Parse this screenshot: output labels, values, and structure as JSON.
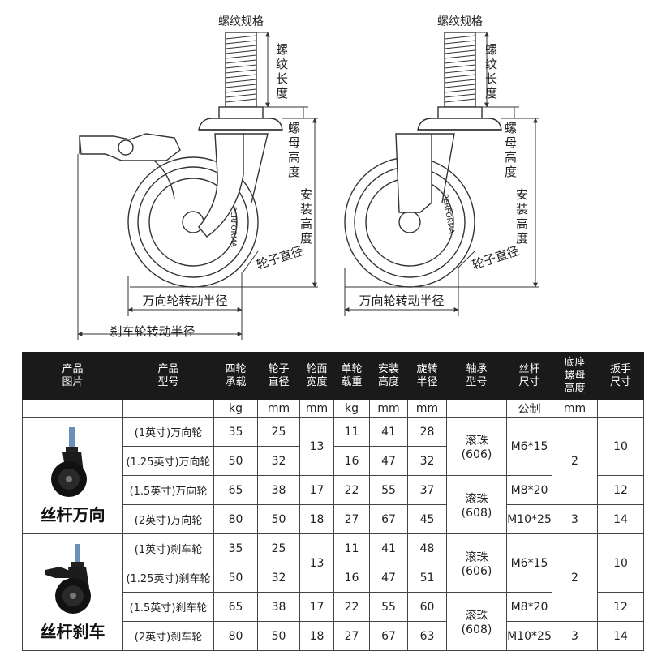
{
  "diagram": {
    "left": {
      "thread_spec": "螺纹规格",
      "thread_length": [
        "螺",
        "纹",
        "长",
        "度"
      ],
      "nut_height": [
        "螺",
        "母",
        "高",
        "度"
      ],
      "install_height": [
        "安",
        "装",
        "高",
        "度"
      ],
      "wheel_diameter": "轮子直径",
      "swivel_radius": "万向轮转动半径",
      "brake_radius": "刹车轮转动半径",
      "brand": "PERFORMA"
    },
    "right": {
      "thread_spec": "螺纹规格",
      "thread_length": [
        "螺",
        "纹",
        "长",
        "度"
      ],
      "nut_height": [
        "螺",
        "母",
        "高",
        "度"
      ],
      "install_height": [
        "安",
        "装",
        "高",
        "度"
      ],
      "wheel_diameter": "轮子直径",
      "swivel_radius": "万向轮转动半径",
      "brand": "PERFORMA"
    }
  },
  "table": {
    "headers": [
      [
        "产品",
        "图片"
      ],
      [
        "产品",
        "型号"
      ],
      [
        "四轮",
        "承载"
      ],
      [
        "轮子",
        "直径"
      ],
      [
        "轮面",
        "宽度"
      ],
      [
        "单轮",
        "载重"
      ],
      [
        "安装",
        "高度"
      ],
      [
        "旋转",
        "半径"
      ],
      [
        "轴承",
        "型号"
      ],
      [
        "丝杆",
        "尺寸"
      ],
      [
        "底座",
        "螺母",
        "高度"
      ],
      [
        "扳手",
        "尺寸"
      ]
    ],
    "units": [
      "",
      "",
      "kg",
      "mm",
      "mm",
      "kg",
      "mm",
      "mm",
      "",
      "公制",
      "mm",
      ""
    ],
    "groups": [
      {
        "label": "丝杆万向",
        "rows": [
          {
            "model": "(1英寸)万向轮",
            "load": "35",
            "dia": "25",
            "single": "11",
            "height": "41",
            "radius": "28"
          },
          {
            "model": "(1.25英寸)万向轮",
            "load": "50",
            "dia": "32",
            "single": "16",
            "height": "47",
            "radius": "32"
          },
          {
            "model": "(1.5英寸)万向轮",
            "load": "65",
            "dia": "38",
            "width": "17",
            "single": "22",
            "height": "55",
            "radius": "37"
          },
          {
            "model": "(2英寸)万向轮",
            "load": "80",
            "dia": "50",
            "width": "18",
            "single": "27",
            "height": "67",
            "radius": "45"
          }
        ],
        "width_merged": "13",
        "bearing_a": [
          "滚珠",
          "(606)"
        ],
        "bearing_b": [
          "滚珠",
          "(608)"
        ],
        "screw_a": "M6*15",
        "screw_b": "M8*20",
        "screw_c": "M10*25",
        "nut_a": "2",
        "nut_b": "3",
        "wrench_a": "10",
        "wrench_b": "12",
        "wrench_c": "14"
      },
      {
        "label": "丝杆刹车",
        "rows": [
          {
            "model": "(1英寸)刹车轮",
            "load": "35",
            "dia": "25",
            "single": "11",
            "height": "41",
            "radius": "48"
          },
          {
            "model": "(1.25英寸)刹车轮",
            "load": "50",
            "dia": "32",
            "single": "16",
            "height": "47",
            "radius": "51"
          },
          {
            "model": "(1.5英寸)刹车轮",
            "load": "65",
            "dia": "38",
            "width": "17",
            "single": "22",
            "height": "55",
            "radius": "60"
          },
          {
            "model": "(2英寸)刹车轮",
            "load": "80",
            "dia": "50",
            "width": "18",
            "single": "27",
            "height": "67",
            "radius": "63"
          }
        ],
        "width_merged": "13",
        "bearing_a": [
          "滚珠",
          "(606)"
        ],
        "bearing_b": [
          "滚珠",
          "(608)"
        ],
        "screw_a": "M6*15",
        "screw_b": "M8*20",
        "screw_c": "M10*25",
        "nut_a": "2",
        "nut_b": "3",
        "wrench_a": "10",
        "wrench_b": "12",
        "wrench_c": "14"
      }
    ]
  }
}
